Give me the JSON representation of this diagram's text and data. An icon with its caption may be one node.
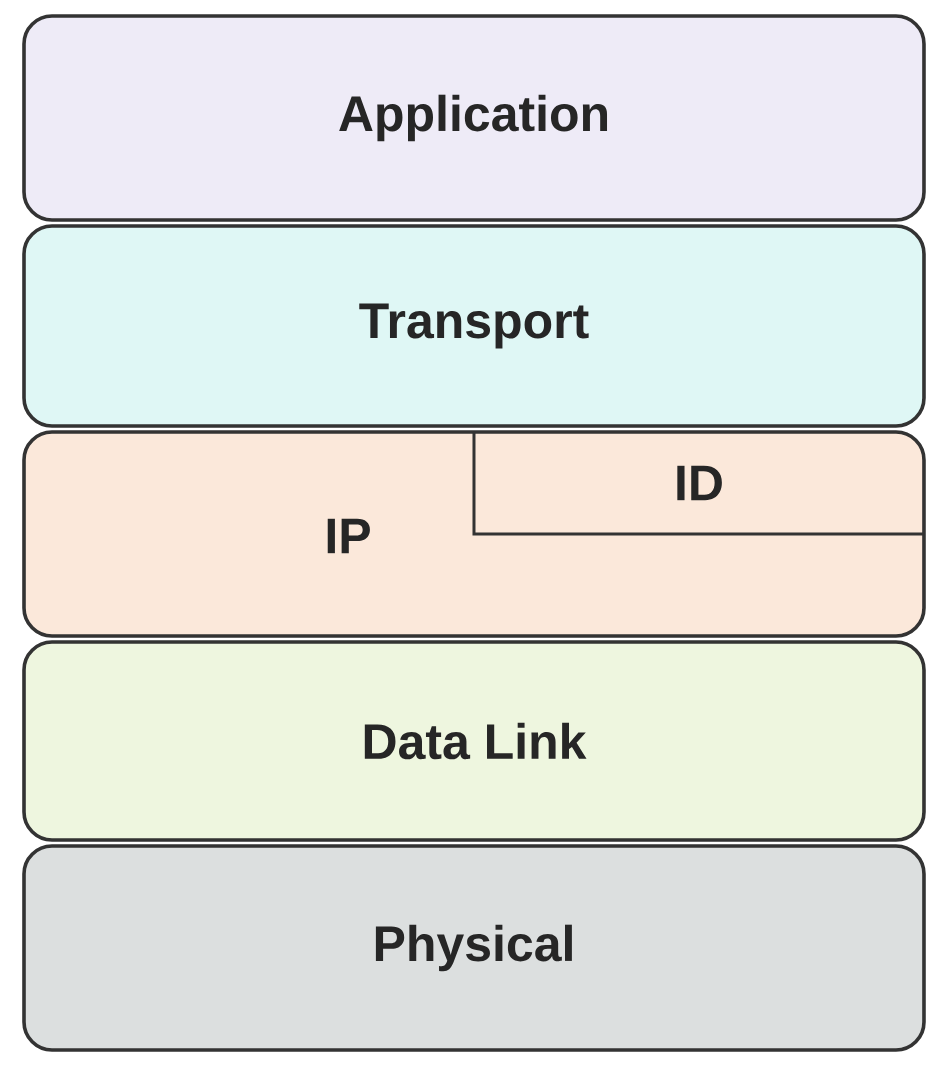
{
  "diagram": {
    "nodes": [
      {
        "text": [
          "Application"
        ]
      },
      {
        "text": [
          "Transport"
        ]
      },
      {
        "text": [
          "IP"
        ]
      },
      {
        "text": [
          "ID"
        ],
        "in": 2
      },
      {
        "text": [
          "Data Link"
        ]
      },
      {
        "text": [
          "Physical"
        ]
      }
    ]
  }
}
